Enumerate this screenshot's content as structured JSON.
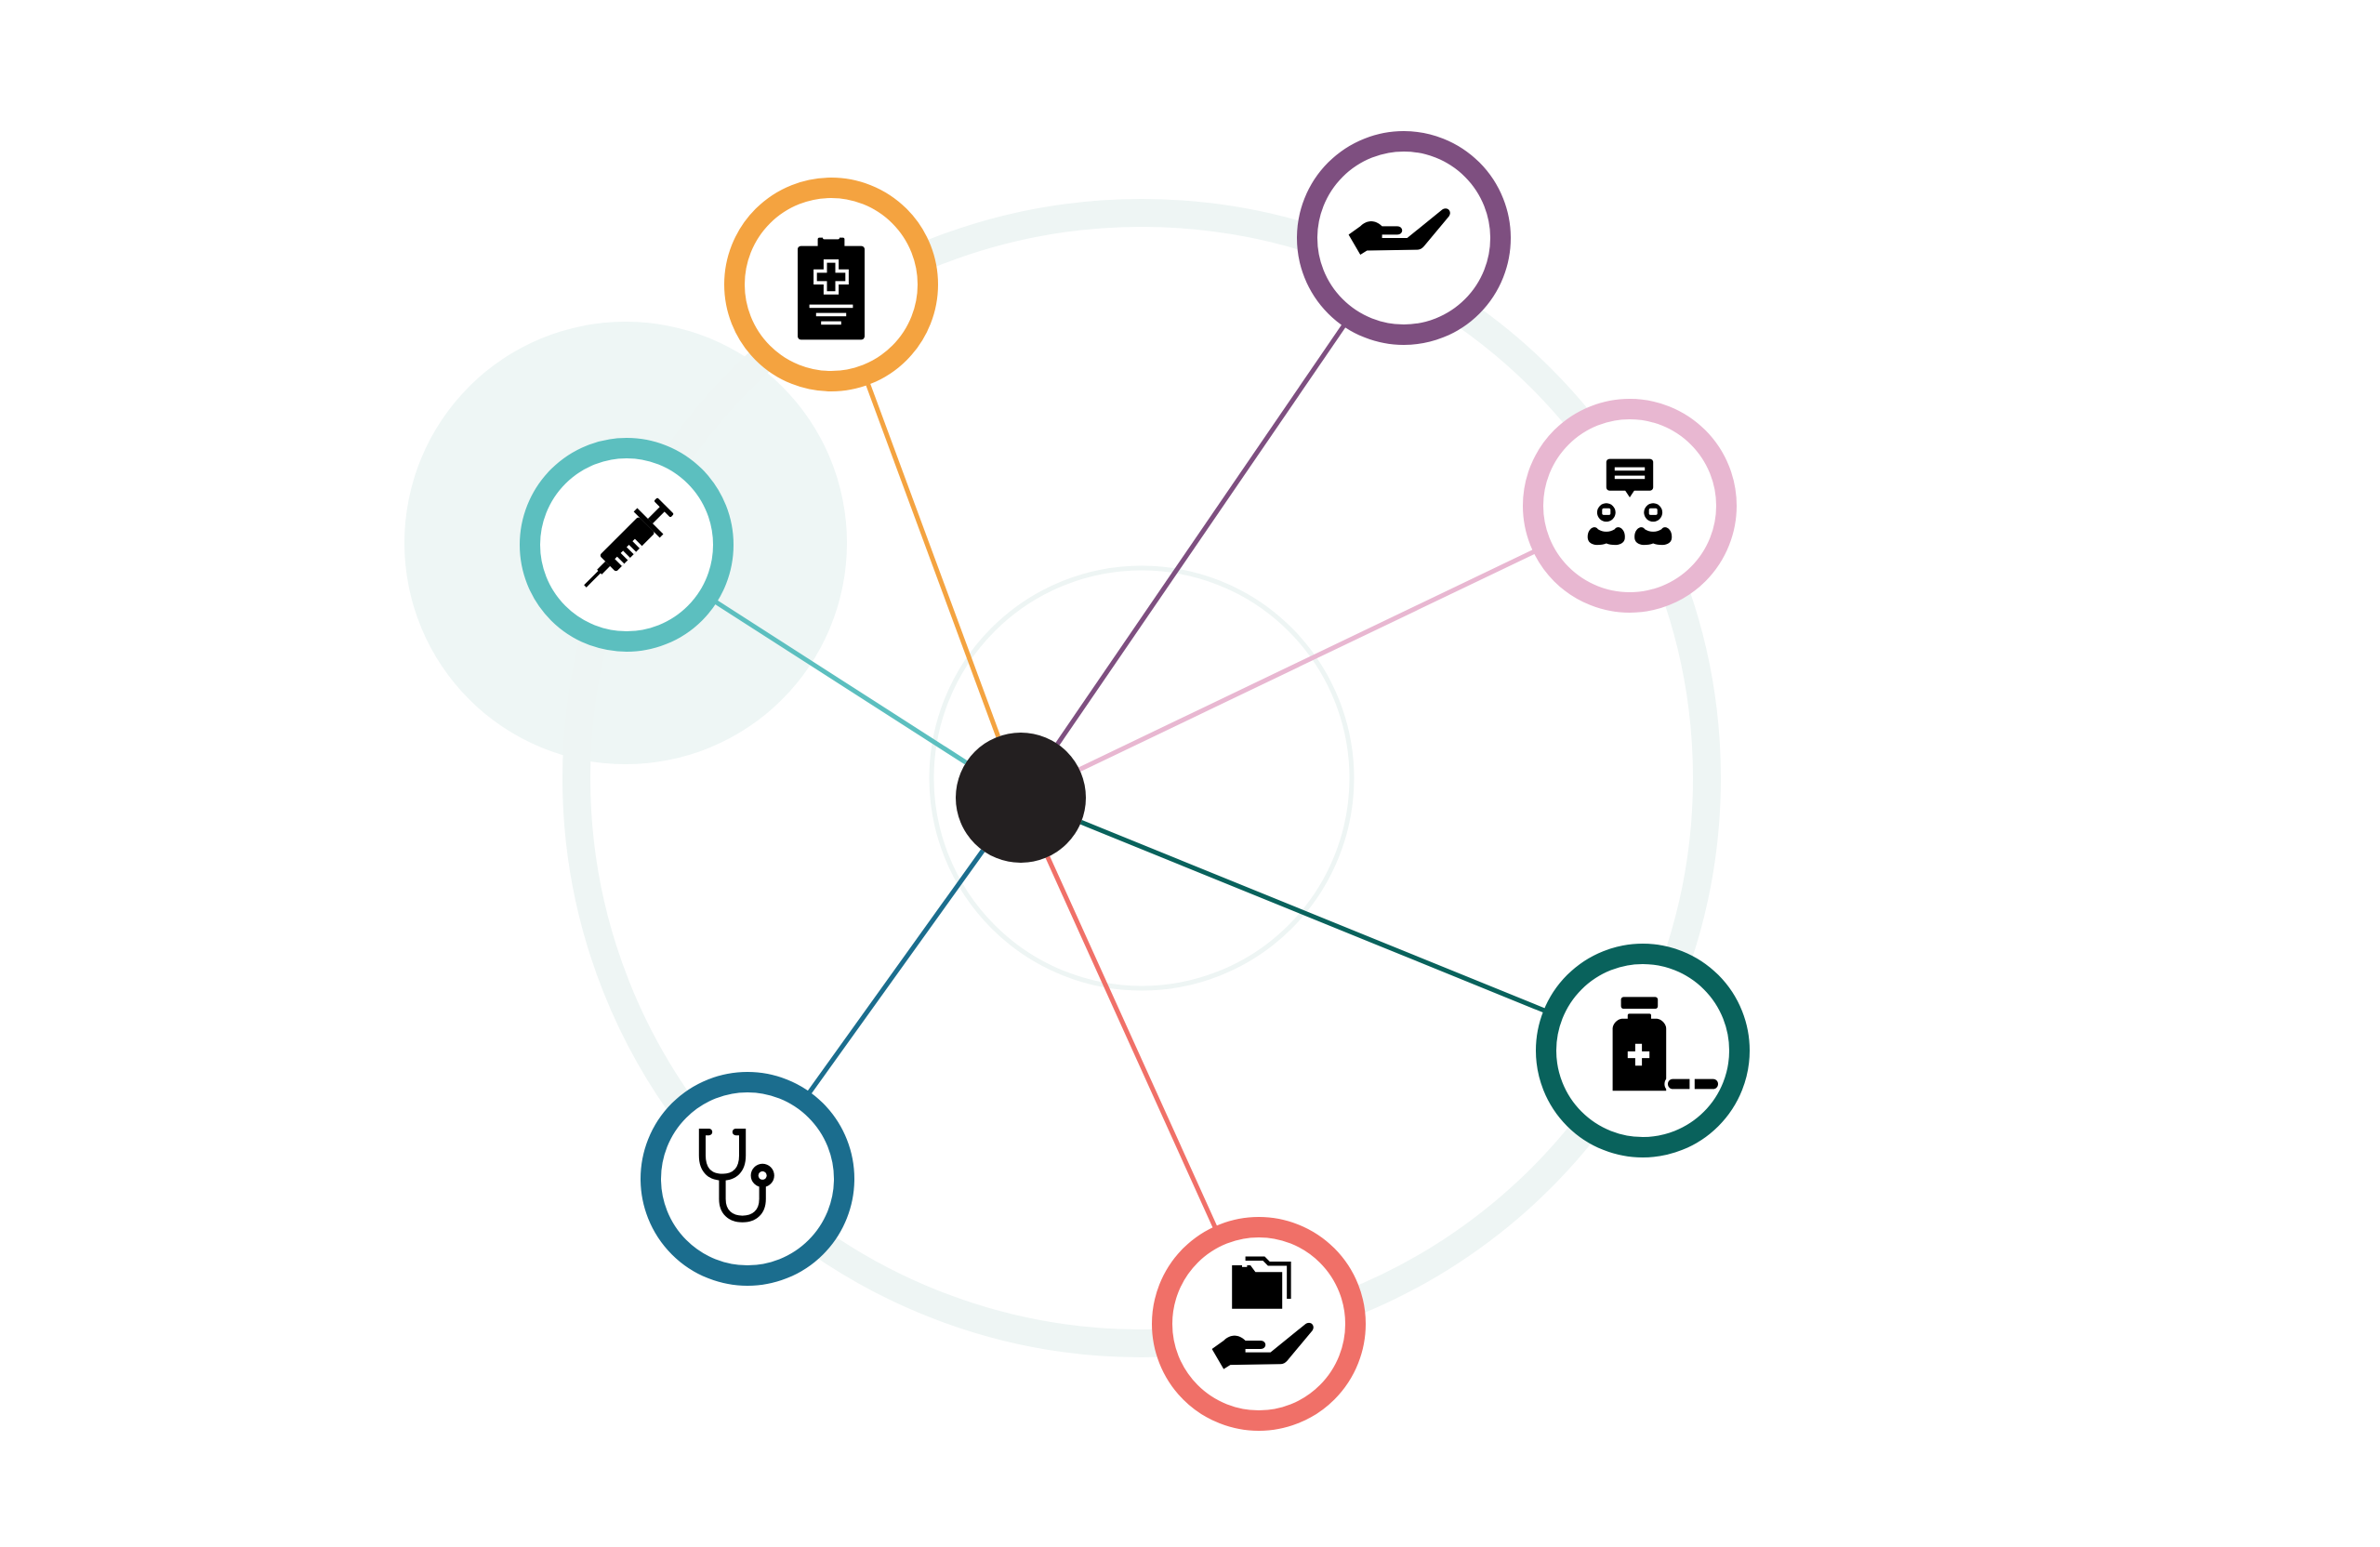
{
  "colors": {
    "background": "#ffffff",
    "hub": "#231f20",
    "ring": "#eef5f4",
    "highlight": "#eef6f5"
  },
  "hub": {
    "name": "center-hub"
  },
  "nodes": [
    {
      "id": "clipboard",
      "icon": "medical-clipboard-icon",
      "color": "#f4a340"
    },
    {
      "id": "hand-care",
      "icon": "caring-hand-icon",
      "color": "#7e4f80"
    },
    {
      "id": "consultation",
      "icon": "consultation-people-icon",
      "color": "#e8b7d1"
    },
    {
      "id": "medicine",
      "icon": "medicine-bottle-pills-icon",
      "color": "#09625c"
    },
    {
      "id": "records",
      "icon": "folder-in-hand-icon",
      "color": "#f07068"
    },
    {
      "id": "stethoscope",
      "icon": "stethoscope-icon",
      "color": "#1b6d8e"
    },
    {
      "id": "syringe",
      "icon": "syringe-icon",
      "color": "#5cbfbf"
    }
  ]
}
